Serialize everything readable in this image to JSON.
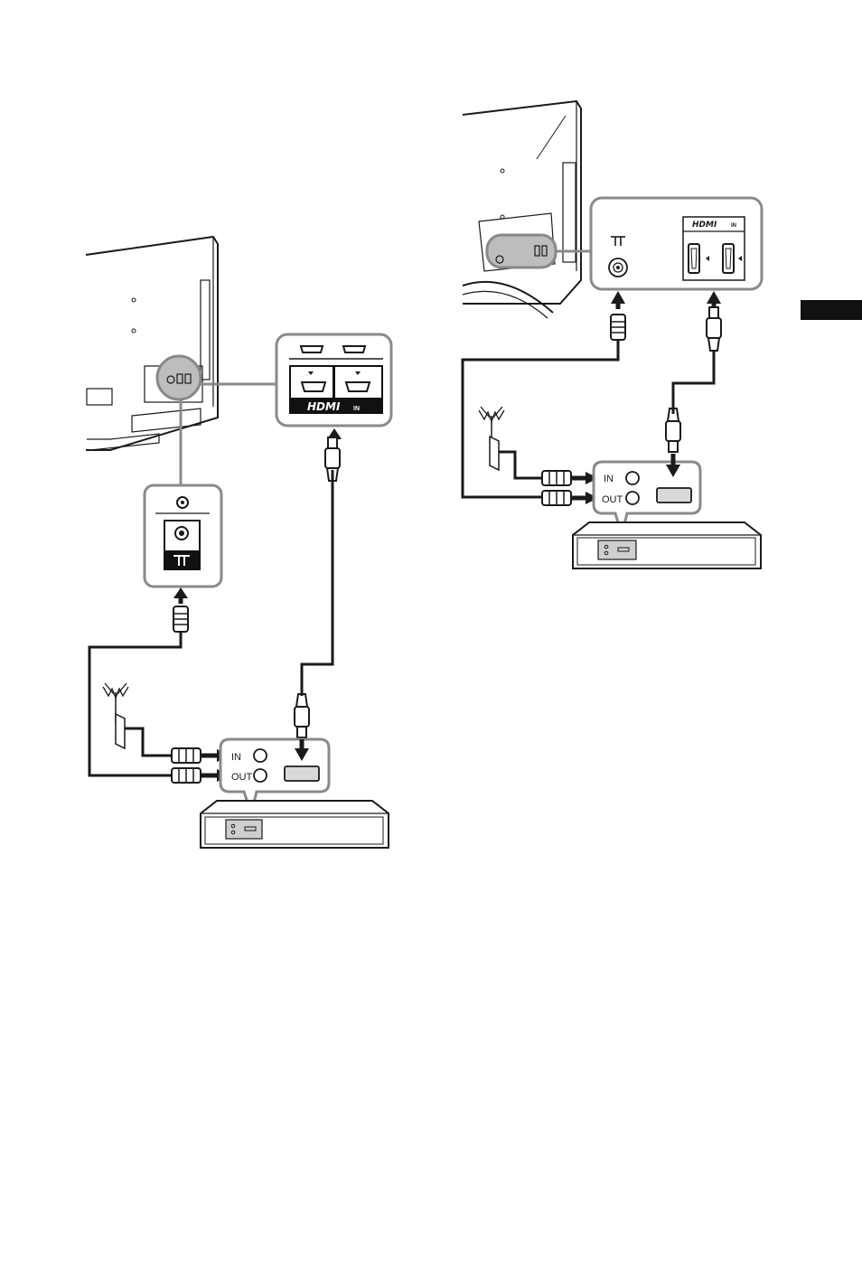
{
  "diagram_left": {
    "hdmi_panel": {
      "brand": "HDMI",
      "suffix": "IN"
    },
    "vcr_ports": {
      "in_label": "IN",
      "out_label": "OUT"
    }
  },
  "diagram_right": {
    "hdmi_panel": {
      "brand": "HDMI",
      "suffix": "IN"
    },
    "vcr_ports": {
      "in_label": "IN",
      "out_label": "OUT"
    }
  },
  "colors": {
    "ink": "#1a1a1a",
    "callout_border": "#8a8a8a",
    "device_fill": "#cfcfcf",
    "page_tab": "#111111"
  },
  "icons": [
    "antenna-icon",
    "rf-aerial-symbol-icon",
    "hdmi-port-icon",
    "coax-plug-icon",
    "hdmi-plug-icon",
    "arrow-icon"
  ]
}
